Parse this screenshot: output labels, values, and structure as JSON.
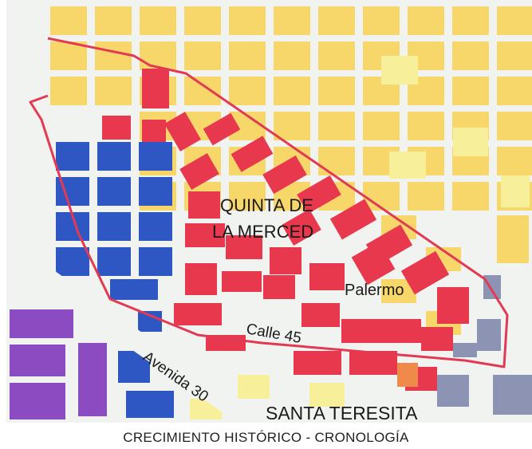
{
  "map": {
    "labels": {
      "neighborhood_quinta": [
        "QUINTA DE",
        "LA MERCED"
      ],
      "neighborhood_palermo": "Palermo",
      "street_calle45": "Calle 45",
      "street_avenida": "Avenida 30",
      "neighborhood_santa_teresita": "SANTA TERESITA"
    },
    "colors": {
      "background": "#f1f3f1",
      "yellow": "#f7d76a",
      "pale_yellow": "#f8ef9a",
      "red": "#e8384e",
      "blue": "#2f57c4",
      "purple": "#8a4cc0",
      "gray": "#8c93b3",
      "orange": "#f08a4a",
      "boundary": "#e23a52"
    }
  },
  "caption": "CRECIMIENTO HISTÓRICO - CRONOLOGÍA"
}
